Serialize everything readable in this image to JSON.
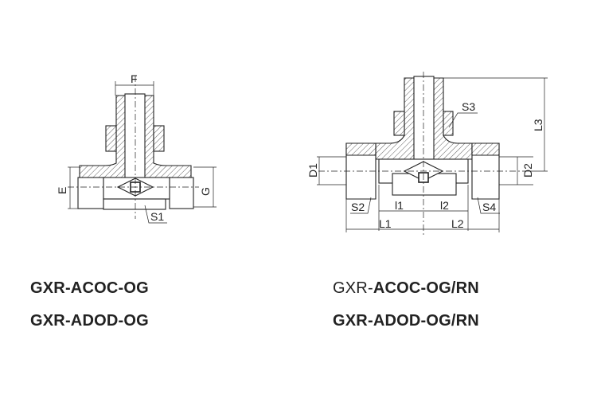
{
  "left_drawing": {
    "labels": {
      "F": "F",
      "E": "E",
      "G": "G",
      "S1": "S1"
    }
  },
  "right_drawing": {
    "labels": {
      "D1": "D1",
      "D2": "D2",
      "S2": "S2",
      "S3": "S3",
      "S4": "S4",
      "L1": "L1",
      "L2": "L2",
      "L3": "L3",
      "l1": "l1",
      "l2": "l2"
    }
  },
  "titles": {
    "left": [
      "GXR-ACOC-OG",
      "GXR-ADOD-OG"
    ],
    "right": [
      {
        "prefix": "GXR-",
        "code": "ACOC-OG/RN"
      },
      {
        "prefix": "GXR-",
        "code": "ADOD-OG/RN"
      }
    ]
  }
}
